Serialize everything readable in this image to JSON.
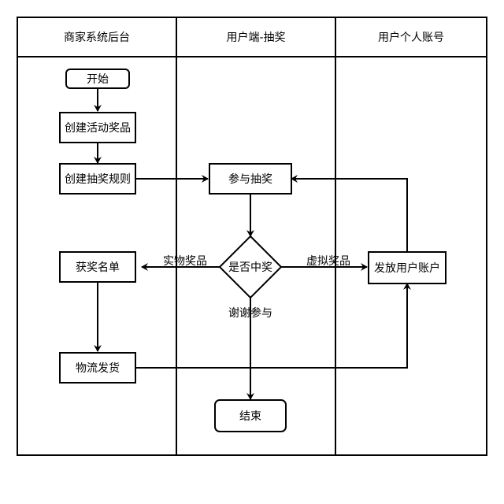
{
  "lanes": [
    {
      "title": "商家系统后台"
    },
    {
      "title": "用户端-抽奖"
    },
    {
      "title": "用户个人账号"
    }
  ],
  "nodes": {
    "start": "开始",
    "create_prize": "创建活动奖品",
    "create_rule": "创建抽奖规则",
    "join_draw": "参与抽奖",
    "win_decision": "是否中奖",
    "winner_list": "获奖名单",
    "logistics": "物流发货",
    "issue_account": "发放用户账户",
    "end": "结束"
  },
  "edges": {
    "physical_prize": "实物奖品",
    "virtual_prize": "虚拟奖品",
    "thanks": "谢谢参与"
  }
}
